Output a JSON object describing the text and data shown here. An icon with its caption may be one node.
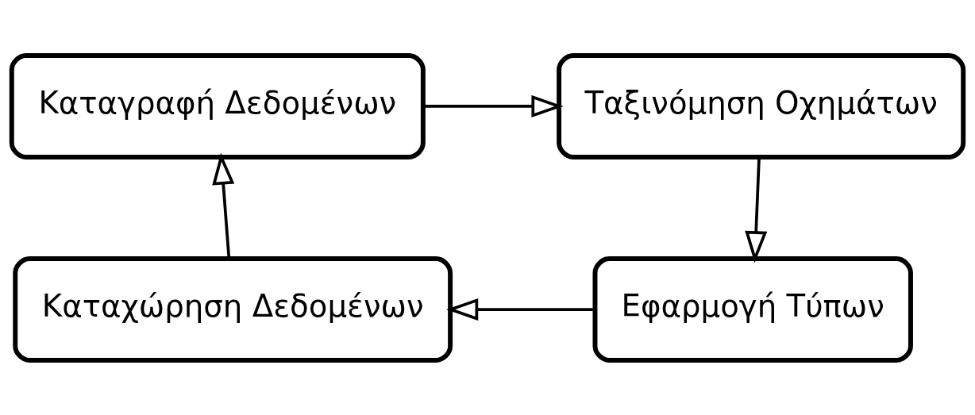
{
  "diagram": {
    "nodes": [
      {
        "text": [
          "Καταγραφή Δεδομένων"
        ]
      },
      {
        "text": [
          "Ταξινόμηση Οχημάτων"
        ]
      },
      {
        "text": [
          "Εφαρμογή Τύπων"
        ]
      },
      {
        "text": [
          "Καταχώρηση Δεδομένων"
        ]
      }
    ],
    "edges": [
      {
        "from": 0,
        "to": 1,
        "arrow": "to"
      },
      {
        "from": 1,
        "to": 2,
        "arrow": "to"
      },
      {
        "from": 2,
        "to": 3,
        "arrow": "to"
      },
      {
        "from": 3,
        "to": 0,
        "arrow": "to"
      }
    ]
  }
}
